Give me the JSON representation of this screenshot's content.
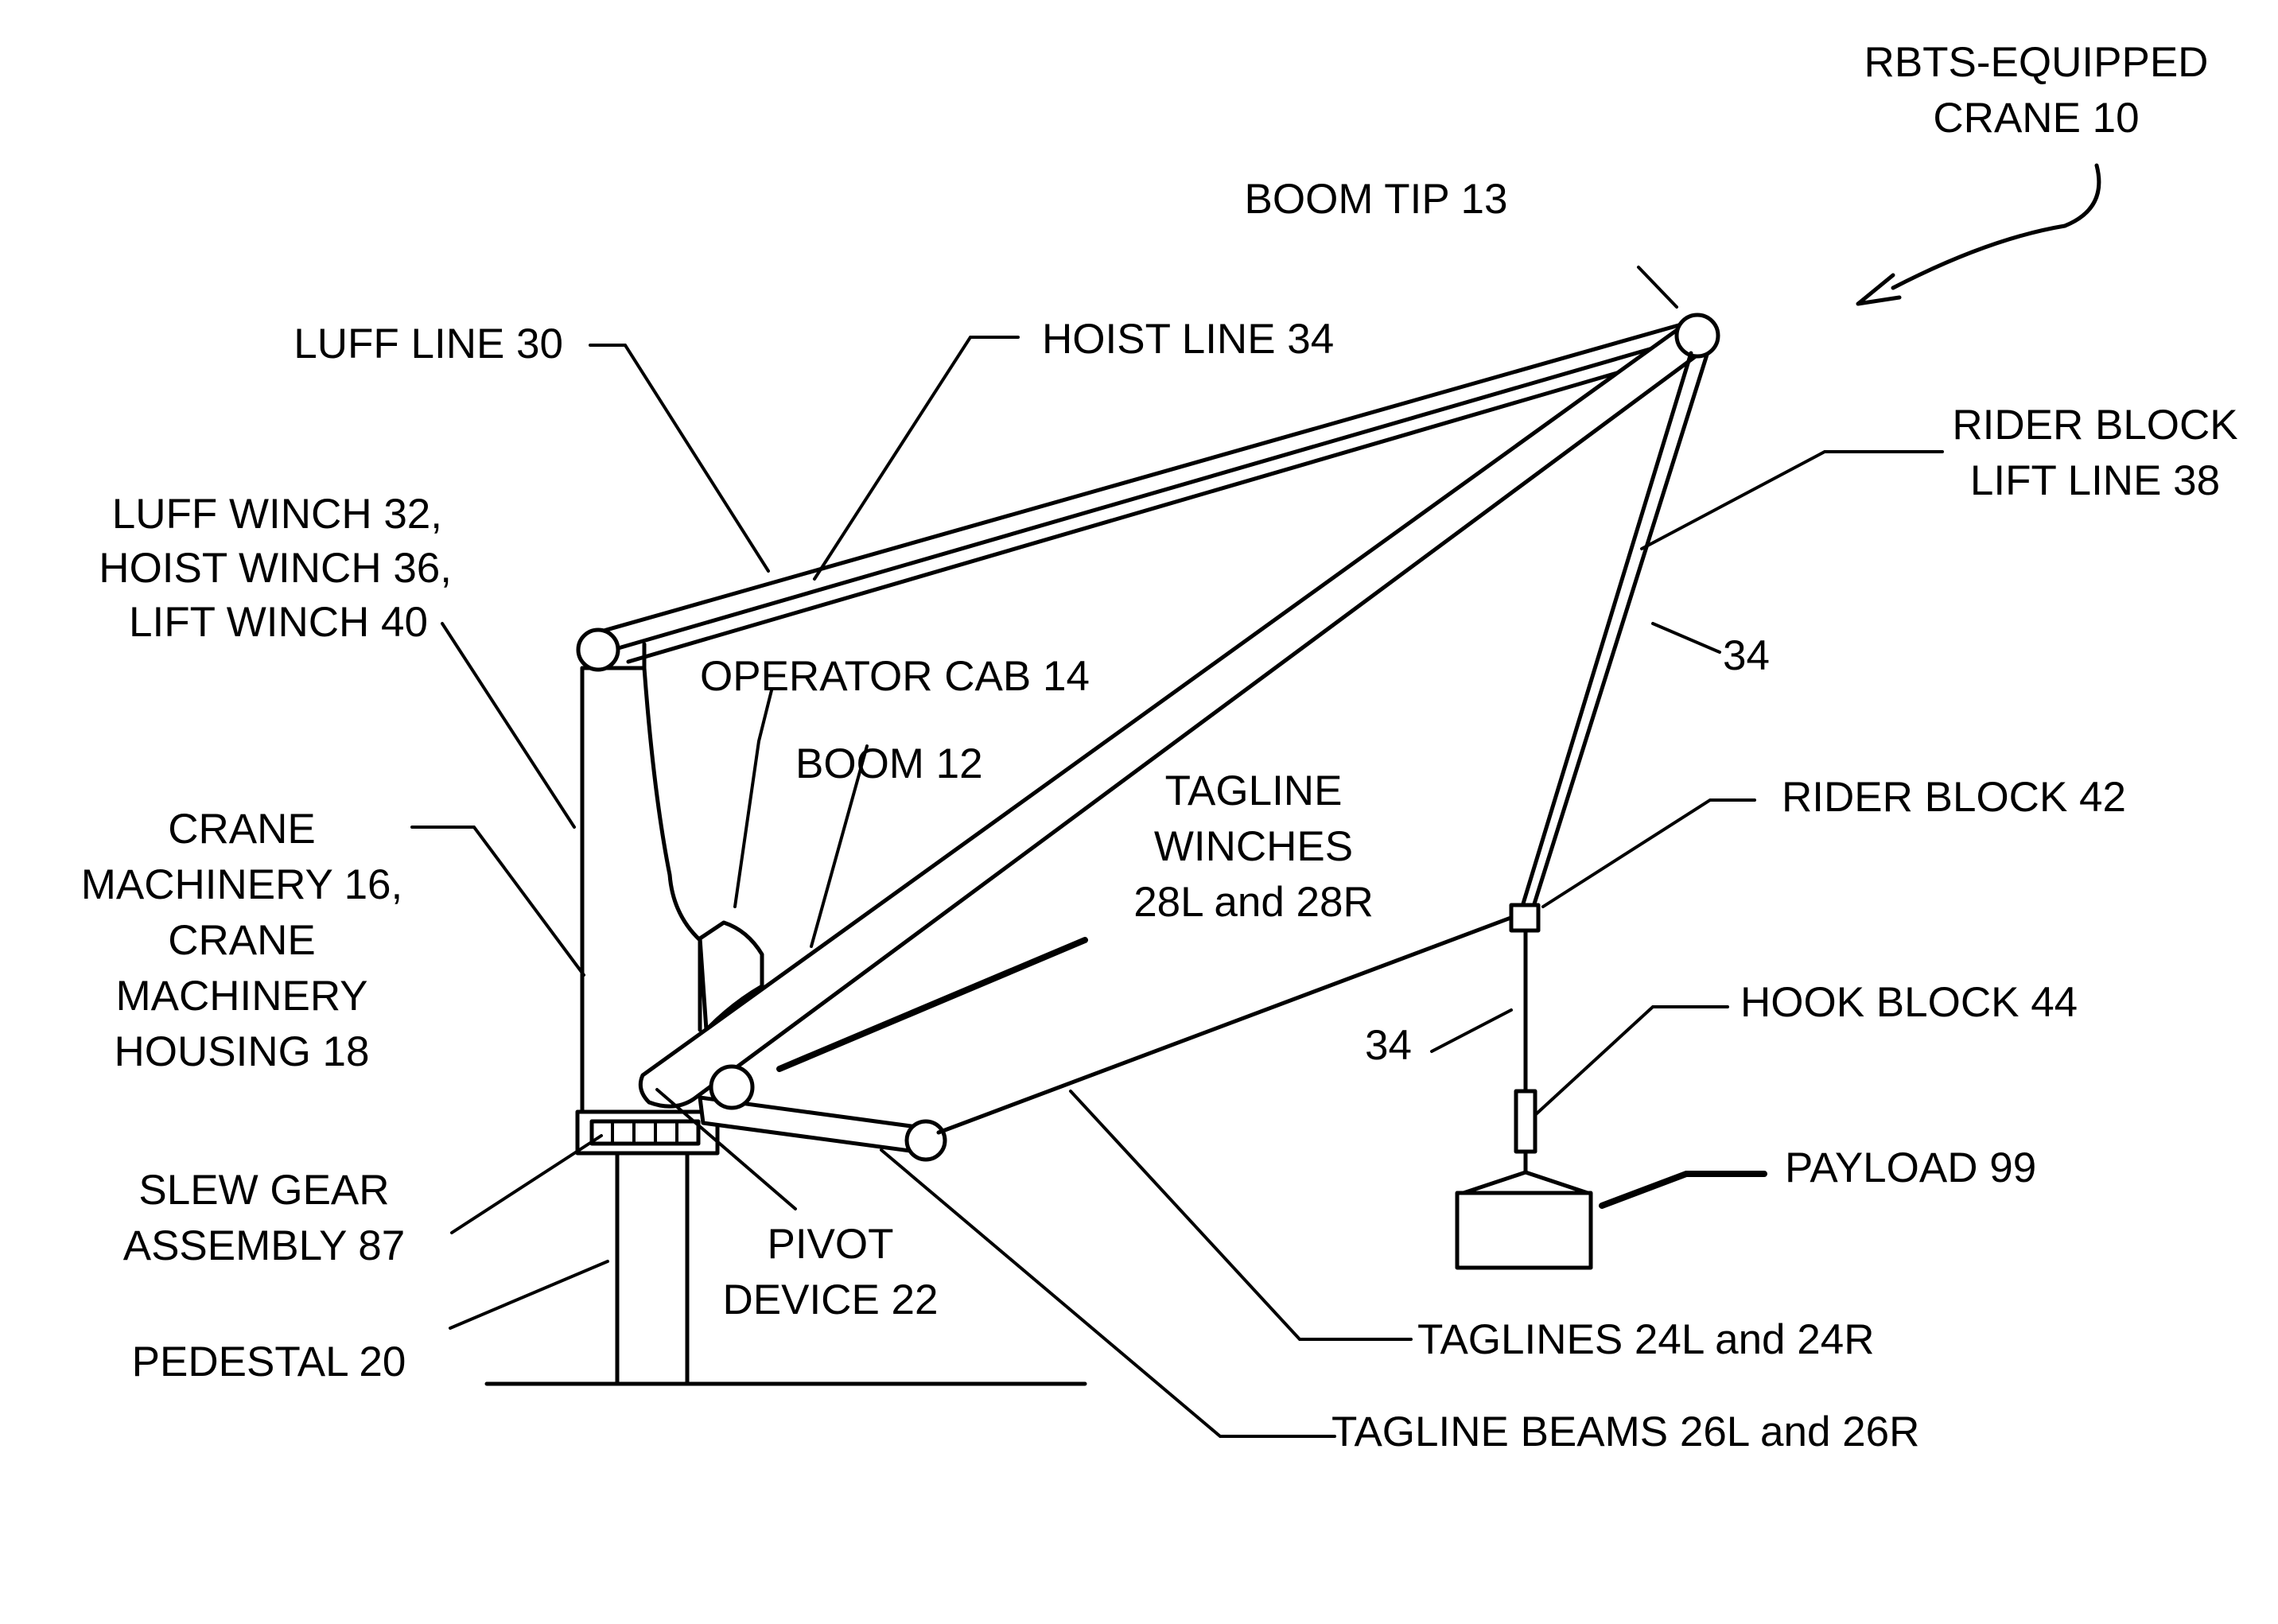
{
  "labels": {
    "crane": [
      "RBTS-EQUIPPED",
      "CRANE 10"
    ],
    "boom_tip": "BOOM TIP 13",
    "luff_line": "LUFF LINE 30",
    "hoist_line": "HOIST LINE 34",
    "rider_lift_line": [
      "RIDER BLOCK",
      "LIFT LINE 38"
    ],
    "winches": [
      "LUFF WINCH 32,",
      "HOIST WINCH 36,",
      "LIFT WINCH 40"
    ],
    "operator_cab": "OPERATOR CAB 14",
    "boom": "BOOM 12",
    "tagline_winches": [
      "TAGLINE",
      "WINCHES",
      "28L and 28R"
    ],
    "hoist_ref_upper": "34",
    "rider_block": "RIDER BLOCK 42",
    "machinery": [
      "CRANE",
      "MACHINERY 16,",
      "CRANE",
      "MACHINERY",
      "HOUSING 18"
    ],
    "hook_block": "HOOK BLOCK 44",
    "hoist_ref_lower": "34",
    "payload": "PAYLOAD 99",
    "slew_gear": [
      "SLEW GEAR",
      "ASSEMBLY 87"
    ],
    "pivot": [
      "PIVOT",
      "DEVICE 22"
    ],
    "pedestal": "PEDESTAL 20",
    "taglines": "TAGLINES 24L and 24R",
    "tagline_beams": "TAGLINE BEAMS 26L and 26R"
  }
}
